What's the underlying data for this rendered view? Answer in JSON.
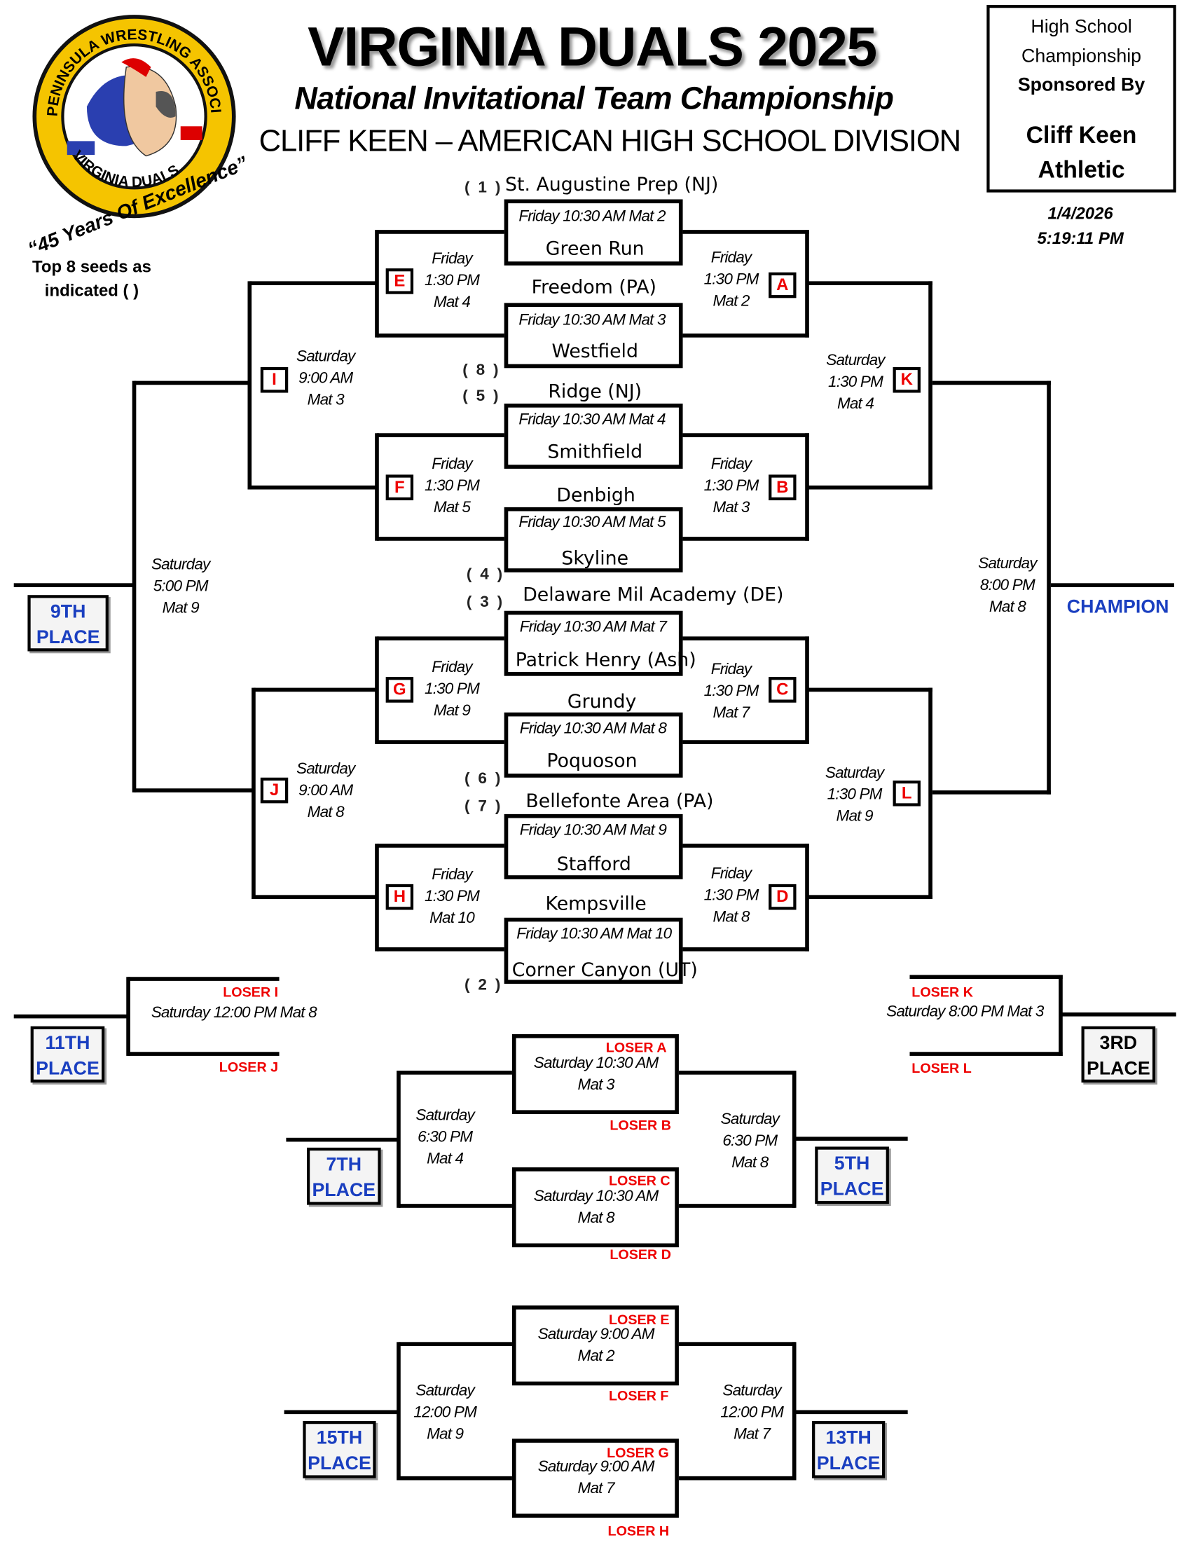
{
  "header": {
    "title": "VIRGINIA DUALS 2025",
    "subtitle": "National Invitational Team Championship",
    "division": "CLIFF KEEN – AMERICAN HIGH SCHOOL DIVISION"
  },
  "logo": {
    "ring_text": "PENINSULA WRESTLING ASSOCIATION",
    "bottom_text": "VIRGINIA DUALS",
    "tagline": "“45 Years Of Excellence”"
  },
  "sponsor": {
    "line1": "High School",
    "line2": "Championship",
    "line3": "Sponsored By",
    "name1": "Cliff Keen",
    "name2": "Athletic"
  },
  "timestamp": {
    "date": "1/4/2026",
    "time": "5:19:11 PM"
  },
  "seeds_note": {
    "line1": "Top 8 seeds as",
    "line2": "indicated (  )"
  },
  "seeds": [
    "( 1 )",
    "( 8 )",
    "( 5 )",
    "( 4 )",
    "( 3 )",
    "( 6 )",
    "( 7 )",
    "( 2 )"
  ],
  "first_round": [
    {
      "time": "Friday 10:30 AM Mat 2",
      "team_top": "St. Augustine Prep (NJ)",
      "team_bottom": "Green Run"
    },
    {
      "time": "Friday 10:30 AM Mat 3",
      "team_top": "Freedom (PA)",
      "team_bottom": "Westfield"
    },
    {
      "time": "Friday 10:30 AM Mat 4",
      "team_top": "Ridge (NJ)",
      "team_bottom": "Smithfield"
    },
    {
      "time": "Friday 10:30 AM Mat 5",
      "team_top": "Denbigh",
      "team_bottom": "Skyline"
    },
    {
      "time": "Friday 10:30 AM Mat 7",
      "team_top": "Delaware Mil Academy (DE)",
      "team_bottom": "Patrick Henry (Ash)"
    },
    {
      "time": "Friday 10:30 AM Mat 8",
      "team_top": "Grundy",
      "team_bottom": "Poquoson"
    },
    {
      "time": "Friday 10:30 AM Mat 9",
      "team_top": "Bellefonte Area (PA)",
      "team_bottom": "Stafford"
    },
    {
      "time": "Friday 10:30 AM Mat 10",
      "team_top": "Kempsville",
      "team_bottom": "Corner Canyon (UT)"
    }
  ],
  "bouts": {
    "E": {
      "letter": "E",
      "day": "Friday",
      "time": "1:30 PM",
      "mat": "Mat 4"
    },
    "F": {
      "letter": "F",
      "day": "Friday",
      "time": "1:30 PM",
      "mat": "Mat 5"
    },
    "G": {
      "letter": "G",
      "day": "Friday",
      "time": "1:30 PM",
      "mat": "Mat 9"
    },
    "H": {
      "letter": "H",
      "day": "Friday",
      "time": "1:30 PM",
      "mat": "Mat 10"
    },
    "A": {
      "letter": "A",
      "day": "Friday",
      "time": "1:30 PM",
      "mat": "Mat 2"
    },
    "B": {
      "letter": "B",
      "day": "Friday",
      "time": "1:30 PM",
      "mat": "Mat 3"
    },
    "C": {
      "letter": "C",
      "day": "Friday",
      "time": "1:30 PM",
      "mat": "Mat 7"
    },
    "D": {
      "letter": "D",
      "day": "Friday",
      "time": "1:30 PM",
      "mat": "Mat 8"
    },
    "I": {
      "letter": "I",
      "day": "Saturday",
      "time": "9:00 AM",
      "mat": "Mat 3"
    },
    "J": {
      "letter": "J",
      "day": "Saturday",
      "time": "9:00 AM",
      "mat": "Mat 8"
    },
    "K": {
      "letter": "K",
      "day": "Saturday",
      "time": "1:30 PM",
      "mat": "Mat 4"
    },
    "L": {
      "letter": "L",
      "day": "Saturday",
      "time": "1:30 PM",
      "mat": "Mat 9"
    },
    "ninth": {
      "day": "Saturday",
      "time": "5:00 PM",
      "mat": "Mat 9"
    },
    "final": {
      "day": "Saturday",
      "time": "8:00 PM",
      "mat": "Mat 8"
    }
  },
  "places": {
    "ninth": "9TH PLACE",
    "champion": "CHAMPION",
    "eleventh": "11TH PLACE",
    "third": "3RD PLACE",
    "seventh": "7TH PLACE",
    "fifth": "5TH PLACE",
    "fifteenth": "15TH PLACE",
    "thirteenth": "13TH PLACE"
  },
  "consolation": {
    "eleventh": {
      "loser_top": "LOSER I",
      "time": "Saturday 12:00 PM Mat 8",
      "loser_bottom": "LOSER J"
    },
    "third": {
      "loser_top": "LOSER K",
      "time": "Saturday 8:00 PM Mat 3",
      "loser_bottom": "LOSER L"
    },
    "ab": {
      "loser_top": "LOSER A",
      "time": "Saturday 10:30 AM",
      "mat": "Mat 3",
      "loser_bottom": "LOSER B"
    },
    "cd": {
      "loser_top": "LOSER C",
      "time": "Saturday 10:30 AM",
      "mat": "Mat 8",
      "loser_bottom": "LOSER D"
    },
    "seventh": {
      "day": "Saturday",
      "time": "6:30 PM",
      "mat": "Mat 4"
    },
    "fifth": {
      "day": "Saturday",
      "time": "6:30 PM",
      "mat": "Mat 8"
    },
    "ef": {
      "loser_top": "LOSER E",
      "time": "Saturday 9:00 AM",
      "mat": "Mat 2",
      "loser_bottom": "LOSER F"
    },
    "gh": {
      "loser_top": "LOSER G",
      "time": "Saturday 9:00 AM",
      "mat": "Mat 7",
      "loser_bottom": "LOSER H"
    },
    "fifteenth": {
      "day": "Saturday",
      "time": "12:00 PM",
      "mat": "Mat 9"
    },
    "thirteenth": {
      "day": "Saturday",
      "time": "12:00 PM",
      "mat": "Mat 7"
    }
  }
}
